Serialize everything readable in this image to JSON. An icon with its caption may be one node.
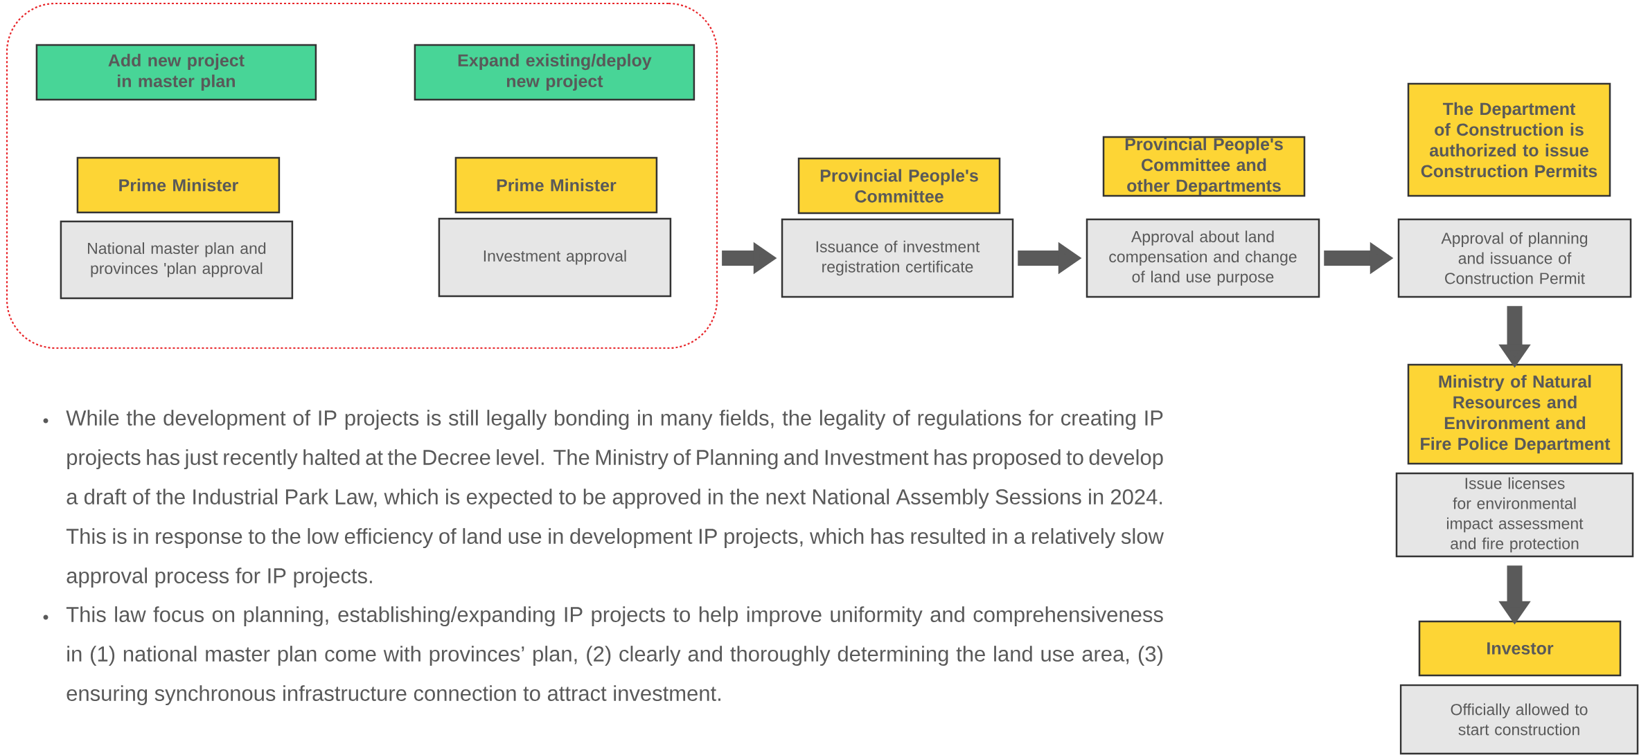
{
  "diagram": {
    "nodes": [
      {
        "text": [],
        "shape": "box"
      },
      {
        "text": [
          "Add new project in master plan"
        ],
        "in": 0
      },
      {
        "text": [
          "Expand existing/deploy new project"
        ],
        "in": 0
      },
      {
        "text": [
          "Prime Minister"
        ],
        "in": 0
      },
      {
        "text": [
          "National master plan and provinces 'plan approval"
        ],
        "in": 0
      },
      {
        "text": [
          "Prime Minister"
        ],
        "in": 0
      },
      {
        "text": [
          "Investment approval"
        ],
        "in": 0
      },
      {
        "text": [
          "Provincial People's Committee"
        ]
      },
      {
        "text": [
          "Issuance of investment registration certificate"
        ]
      },
      {
        "text": [
          "Provincial People's Committee and other Departments"
        ]
      },
      {
        "text": [
          "Approval about land compensation and change of land use purpose"
        ]
      },
      {
        "text": [
          "The Department of Construction is authorized to issue Construction Permits"
        ]
      },
      {
        "text": [
          "Approval of planning and issuance of Construction Permit"
        ]
      },
      {
        "text": [
          "Ministry of Natural Resources and Environment and Fire Police Department"
        ]
      },
      {
        "text": [
          "Issue licenses for environmental impact assessment and fire protection"
        ]
      },
      {
        "text": [
          "Investor"
        ]
      },
      {
        "text": [
          "Officially allowed to start construction"
        ]
      }
    ],
    "edges": [
      {
        "from": 0,
        "to": 8,
        "arrow": "to"
      },
      {
        "from": 8,
        "to": 10,
        "arrow": "to"
      },
      {
        "from": 10,
        "to": 12,
        "arrow": "to"
      },
      {
        "from": 12,
        "to": 13,
        "arrow": "to"
      },
      {
        "from": 14,
        "to": 15,
        "arrow": "to"
      }
    ],
    "labels": [
      "While the development of IP projects is still legally bonding in many fields, the legality of regulations for creating IP projects has just recently halted at the Decree level. The Ministry of Planning and Investment has proposed to develop a draft of the Industrial Park Law, which is expected to be approved in the next National Assembly Sessions in 2024. This is in response to the low efficiency of land use in development IP projects, which has resulted in a relatively slow approval process for IP projects.",
      "This law focus on planning, establishing/expanding IP projects to help improve uniformity and comprehensiveness in (1) national master plan come with provinces’ plan, (2) clearly and thoroughly determining the land use area, (3) ensuring synchronous infrastructure connection to attract investment."
    ]
  }
}
